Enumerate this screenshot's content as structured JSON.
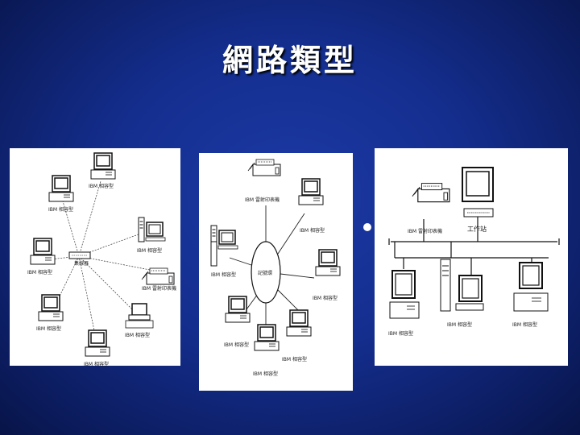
{
  "slide": {
    "title": "網路類型",
    "colors": {
      "background": "#142e8e",
      "panel": "#ffffff",
      "title": "#ffffff"
    }
  },
  "star": {
    "hub_label": "集線器",
    "nodes": [
      {
        "name": "monitor-tl",
        "label": "IBM 相容型"
      },
      {
        "name": "monitor-top",
        "label": "IBM 相容型"
      },
      {
        "name": "tower-right",
        "label": "IBM 相容型"
      },
      {
        "name": "monitor-left",
        "label": "IBM 相容型"
      },
      {
        "name": "printer",
        "label": "IBM 雷射印表機"
      },
      {
        "name": "monitor-bl",
        "label": "IBM 相容型"
      },
      {
        "name": "laptop-br",
        "label": "IBM 相容型"
      },
      {
        "name": "monitor-bottom",
        "label": "IBM 相容型"
      }
    ]
  },
  "ring": {
    "center_label": "記號環",
    "nodes": [
      {
        "name": "printer-top",
        "label": "IBM 雷射印表機"
      },
      {
        "name": "monitor-tr",
        "label": "IBM 相容型"
      },
      {
        "name": "tower-left",
        "label": "IBM 相容型"
      },
      {
        "name": "monitor-right",
        "label": "IBM 相容型"
      },
      {
        "name": "monitor-bl",
        "label": "IBM 相容型"
      },
      {
        "name": "monitor-br",
        "label": "IBM 相容型"
      },
      {
        "name": "monitor-bottom",
        "label": "IBM 相容型"
      }
    ]
  },
  "bus": {
    "nodes": [
      {
        "name": "printer",
        "label": "IBM 雷射印表機"
      },
      {
        "name": "workstation",
        "label": "工作站"
      },
      {
        "name": "pc-1",
        "label": "IBM 相容型"
      },
      {
        "name": "pc-2",
        "label": "IBM 相容型"
      },
      {
        "name": "pc-3",
        "label": "IBM 相容型"
      }
    ]
  }
}
